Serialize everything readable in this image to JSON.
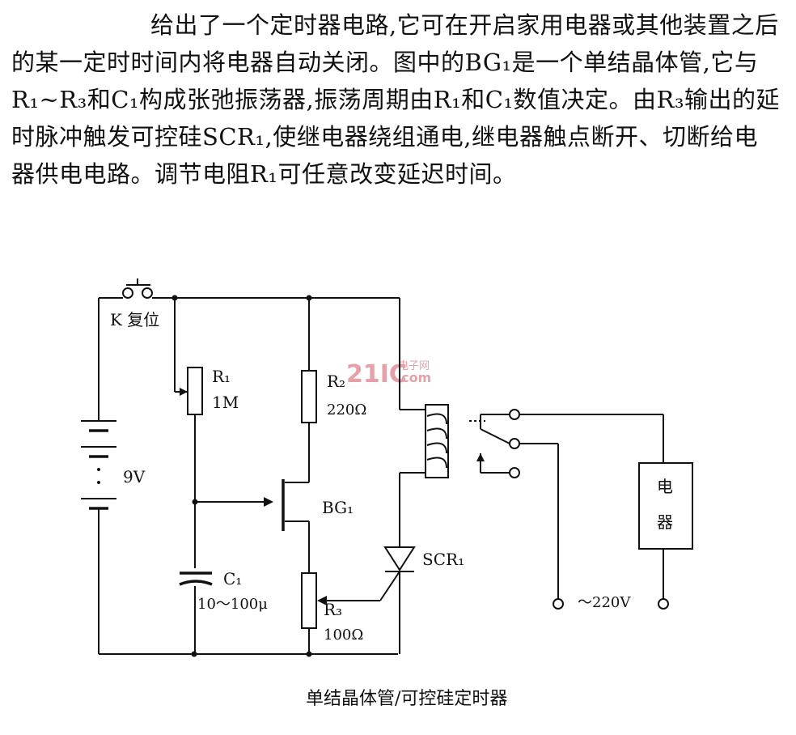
{
  "description": {
    "line1": "给出了一个定时器电路,它可在开启家用电器或其他装置之后的某一定时时间内将电器自动关闭。图中的BG₁是一个单结晶体管,它与R₁~R₃和C₁构成张弛振荡器,振荡周期由R₁和C₁数值决定。由R₃输出的延时脉冲触发可控硅SCR₁,使继电器绕组通电,继电器触点断开、切断给电器供电电路。调节电阻R₁可任意改变延迟时间。"
  },
  "diagram": {
    "switch_label": "K 复位",
    "battery_label": "9V",
    "r1_name": "R₁",
    "r1_value": "1M",
    "r2_name": "R₂",
    "r2_value": "220Ω",
    "bg1_name": "BG₁",
    "c1_name": "C₁",
    "c1_value": "10～100μ",
    "r3_name": "R₃",
    "r3_value": "100Ω",
    "scr_name": "SCR₁",
    "ac_label": "～220V",
    "appliance_line1": "电",
    "appliance_line2": "器",
    "watermark_main": "21IC",
    "watermark_sub": "电子网",
    "watermark_com": ".com"
  },
  "caption": "单结晶体管/可控硅定时器"
}
